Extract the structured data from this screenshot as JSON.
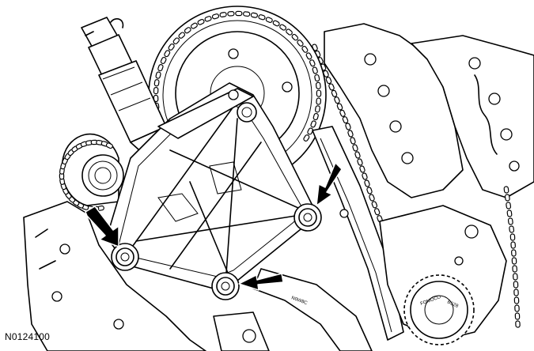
{
  "figure": {
    "id_label": "N0124100",
    "part_stamps": [
      "N0W8C",
      "FOMOCO",
      "BS28"
    ],
    "arrow_count": 3,
    "colors": {
      "line": "#000000",
      "background": "#ffffff"
    }
  }
}
